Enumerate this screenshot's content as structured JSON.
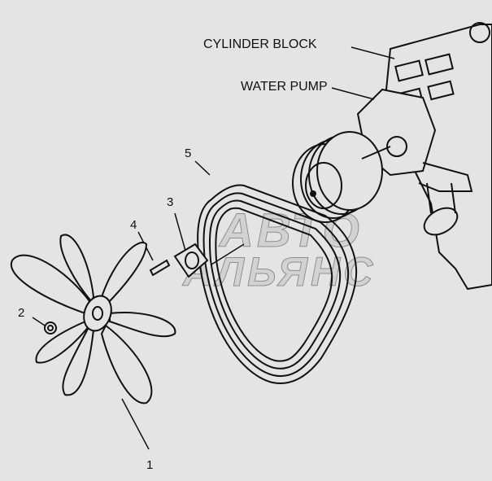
{
  "labels": {
    "cylinder_block": "CYLINDER BLOCK",
    "water_pump": "WATER PUMP"
  },
  "callouts": [
    "1",
    "2",
    "3",
    "4",
    "5"
  ],
  "watermark": {
    "line1": "АВТО",
    "line2": "АЛЬЯНС"
  }
}
